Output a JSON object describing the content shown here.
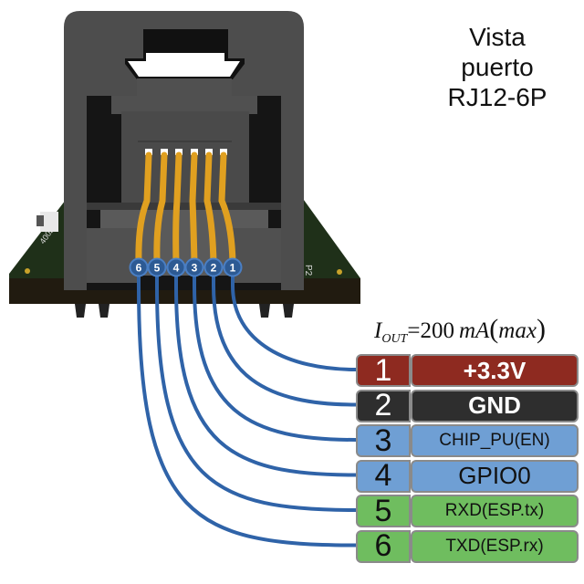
{
  "title": {
    "line1": "Vista",
    "line2": "puerto",
    "line3": "RJ12-6P"
  },
  "formula": {
    "symbol": "I",
    "subscript": "OUT",
    "equals": "=",
    "value": "200",
    "unit": "mA",
    "qualifier": "max"
  },
  "connector_pins": [
    "6",
    "5",
    "4",
    "3",
    "2",
    "1"
  ],
  "pinout": [
    {
      "number": "1",
      "name": "+3.3V",
      "color": "#8e2a20",
      "text_color": "#ffffff",
      "bold": true
    },
    {
      "number": "2",
      "name": "GND",
      "color": "#2e2e2e",
      "text_color": "#ffffff",
      "bold": true
    },
    {
      "number": "3",
      "name": "CHIP_PU(EN)",
      "color": "#6f9fd4",
      "text_color": "#111111",
      "bold": false
    },
    {
      "number": "4",
      "name": "GPIO0",
      "color": "#6f9fd4",
      "text_color": "#111111",
      "bold": false
    },
    {
      "number": "5",
      "name": "RXD(ESP.tx)",
      "color": "#6fbd5f",
      "text_color": "#111111",
      "bold": false
    },
    {
      "number": "6",
      "name": "TXD(ESP.rx)",
      "color": "#6fbd5f",
      "text_color": "#111111",
      "bold": false
    }
  ],
  "colors": {
    "wire": "#2f63a8",
    "contact": "#e0a020",
    "housing": "#4a4a4a",
    "pcb": "#1c2a18"
  }
}
